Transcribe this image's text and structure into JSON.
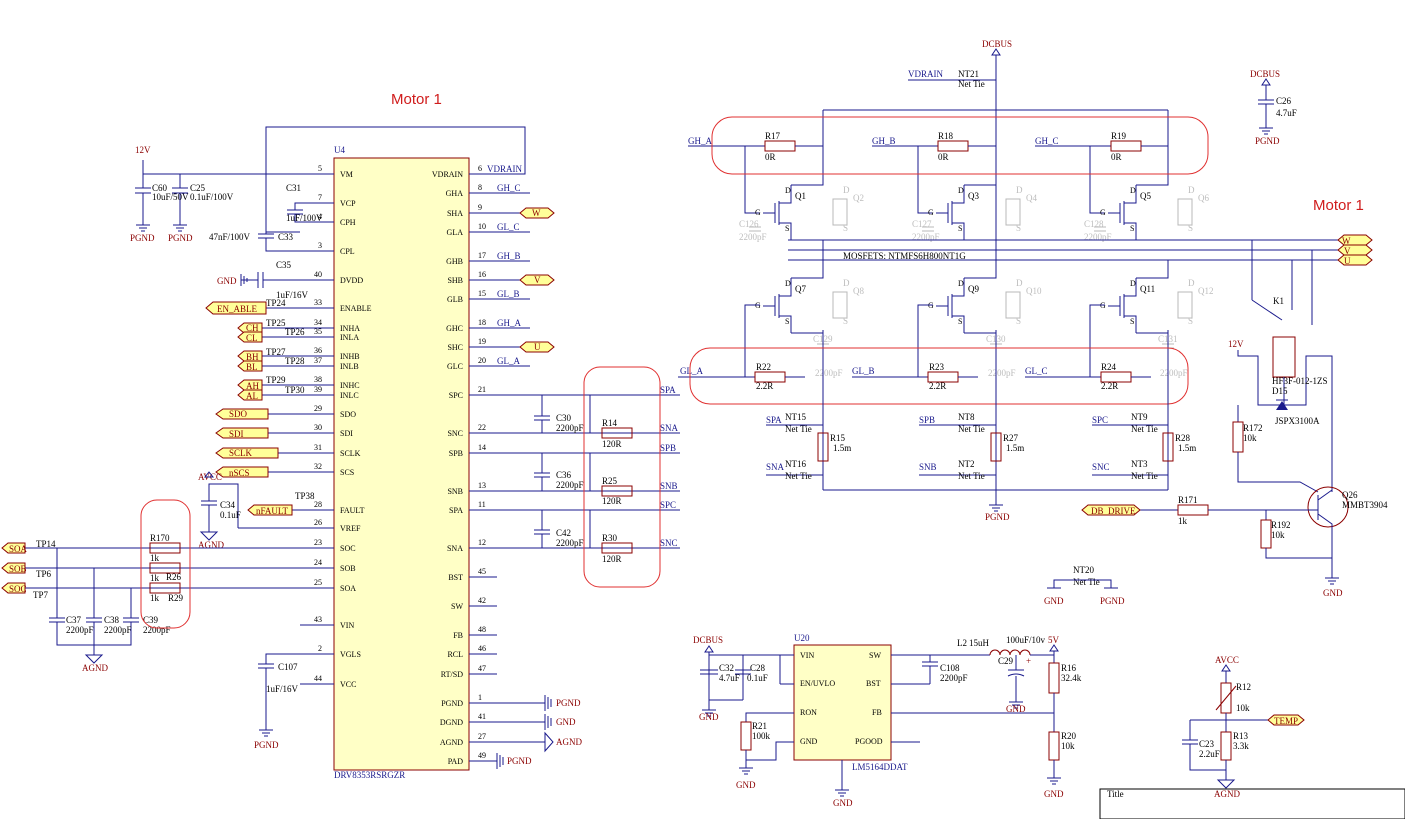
{
  "titles": {
    "motor_left": "Motor 1",
    "motor_right": "Motor 1",
    "title_block": "Title"
  },
  "driver": {
    "ref": "U4",
    "part": "DRV8353RSRGZR",
    "left_pins": [
      {
        "num": "5",
        "name": "VM"
      },
      {
        "num": "7",
        "name": "VCP"
      },
      {
        "num": "4",
        "name": "CPH"
      },
      {
        "num": "3",
        "name": "CPL"
      },
      {
        "num": "40",
        "name": "DVDD"
      },
      {
        "num": "33",
        "name": "ENABLE"
      },
      {
        "num": "34",
        "name": "INHA"
      },
      {
        "num": "35",
        "name": "INLA"
      },
      {
        "num": "36",
        "name": "INHB"
      },
      {
        "num": "37",
        "name": "INLB"
      },
      {
        "num": "38",
        "name": "INHC"
      },
      {
        "num": "39",
        "name": "INLC"
      },
      {
        "num": "29",
        "name": "SDO"
      },
      {
        "num": "30",
        "name": "SDI"
      },
      {
        "num": "31",
        "name": "SCLK"
      },
      {
        "num": "32",
        "name": "SCS"
      },
      {
        "num": "28",
        "name": "FAULT"
      },
      {
        "num": "26",
        "name": "VREF"
      },
      {
        "num": "23",
        "name": "SOC"
      },
      {
        "num": "24",
        "name": "SOB"
      },
      {
        "num": "25",
        "name": "SOA"
      },
      {
        "num": "43",
        "name": "VIN"
      },
      {
        "num": "2",
        "name": "VGLS"
      },
      {
        "num": "44",
        "name": "VCC"
      }
    ],
    "right_pins": [
      {
        "num": "6",
        "name": "VDRAIN"
      },
      {
        "num": "8",
        "name": "GHA"
      },
      {
        "num": "9",
        "name": "SHA"
      },
      {
        "num": "10",
        "name": "GLA"
      },
      {
        "num": "17",
        "name": "GHB"
      },
      {
        "num": "16",
        "name": "SHB"
      },
      {
        "num": "15",
        "name": "GLB"
      },
      {
        "num": "18",
        "name": "GHC"
      },
      {
        "num": "19",
        "name": "SHC"
      },
      {
        "num": "20",
        "name": "GLC"
      },
      {
        "num": "21",
        "name": "SPC"
      },
      {
        "num": "22",
        "name": "SNC"
      },
      {
        "num": "14",
        "name": "SPB"
      },
      {
        "num": "13",
        "name": "SNB"
      },
      {
        "num": "11",
        "name": "SPA"
      },
      {
        "num": "12",
        "name": "SNA"
      },
      {
        "num": "45",
        "name": "BST"
      },
      {
        "num": "42",
        "name": "SW"
      },
      {
        "num": "48",
        "name": "FB"
      },
      {
        "num": "46",
        "name": "RCL"
      },
      {
        "num": "47",
        "name": "RT/SD"
      },
      {
        "num": "1",
        "name": "PGND"
      },
      {
        "num": "41",
        "name": "DGND"
      },
      {
        "num": "27",
        "name": "AGND"
      },
      {
        "num": "49",
        "name": "PAD"
      }
    ],
    "right_nets": [
      "VDRAIN",
      "GH_C",
      "W",
      "GL_C",
      "GH_B",
      "V",
      "GL_B",
      "GH_A",
      "U",
      "GL_A",
      "SPA",
      "SNA",
      "SPB",
      "SNB",
      "SPC",
      "SNC"
    ]
  },
  "ports": {
    "en_able": "EN_ABLE",
    "ch": "CH",
    "cl": "CL",
    "bh": "BH",
    "bl": "BL",
    "ah": "AH",
    "al": "AL",
    "sdo": "SDO",
    "sdi": "SDI",
    "sclk": "SCLK",
    "nscs": "nSCS",
    "nfault": "nFAULT",
    "soa": "SOA",
    "sob": "SOB",
    "soc": "SOC",
    "w": "W",
    "v": "V",
    "u": "U",
    "db_drive": "DB_DRIVE",
    "temp": "TEMP"
  },
  "power": {
    "v12": "12V",
    "pgnd": "PGND",
    "gnd": "GND",
    "agnd": "AGND",
    "avcc": "AVCC",
    "dcbus": "DCBUS",
    "v5": "5V"
  },
  "testpoints": {
    "tp14": "TP14",
    "tp6": "TP6",
    "tp7": "TP7",
    "tp24": "TP24",
    "tp25": "TP25",
    "tp26": "TP26",
    "tp27": "TP27",
    "tp28": "TP28",
    "tp29": "TP29",
    "tp30": "TP30",
    "tp38": "TP38"
  },
  "parts": {
    "c60": "C60",
    "c60v": "10uF/50V",
    "c25": "C25",
    "c25v": "0.1uF/100V",
    "c31": "C31",
    "c31v": "1uF/100V",
    "c33": "C33",
    "c33v": "47nF/100V",
    "c35": "C35",
    "c35v": "1uF/16V",
    "c34": "C34",
    "c34v": "0.1uF",
    "r170": "R170",
    "r26": "R26",
    "r29": "R29",
    "rk": "1k",
    "c37": "C37",
    "c38": "C38",
    "c39": "C39",
    "cp2200": "2200pF",
    "c107": "C107",
    "c107v": "1uF/16V",
    "c30": "C30",
    "c36": "C36",
    "c42": "C42",
    "r14": "R14",
    "r25": "R25",
    "r30": "R30",
    "r120": "120R",
    "r17": "R17",
    "r18": "R18",
    "r19": "R19",
    "r0": "0R",
    "q1": "Q1",
    "q2": "Q2",
    "q3": "Q3",
    "q4": "Q4",
    "q5": "Q5",
    "q6": "Q6",
    "q7": "Q7",
    "q8": "Q8",
    "q9": "Q9",
    "q10": "Q10",
    "q11": "Q11",
    "q12": "Q12",
    "c126": "C126",
    "c127": "C127",
    "c128": "C128",
    "c129": "C129",
    "c130": "C130",
    "c131": "C131",
    "mosfets": "MOSFETS: NTMFS6H800NT1G",
    "r22": "R22",
    "r23": "R23",
    "r24": "R24",
    "r22v": "2.2R",
    "r15": "R15",
    "r27": "R27",
    "r28": "R28",
    "r15v": "1.5m",
    "nt21": "NT21",
    "nt15": "NT15",
    "nt16": "NT16",
    "nt8": "NT8",
    "nt2": "NT2",
    "nt9": "NT9",
    "nt3": "NT3",
    "nt20": "NT20",
    "nettie": "Net Tie",
    "c26": "C26",
    "c26v": "4.7uF",
    "k1": "K1",
    "relay": "HF3F-012-1ZS",
    "d15": "D15",
    "d15v": "JSPX3100A",
    "r172": "R172",
    "r172v": "10k",
    "q26": "Q26",
    "q26v": "MMBT3904",
    "r171": "R171",
    "r171v": "1k",
    "r192": "R192",
    "r192v": "10k",
    "u20": "U20",
    "u20v": "LM5164DDAT",
    "c32": "C32",
    "c32v": "4.7uF",
    "c28": "C28",
    "c28v": "0.1uF",
    "r21": "R21",
    "r21v": "100k",
    "l2": "L2",
    "l2v": "15uH",
    "c108": "C108",
    "c108v": "2200pF",
    "c29": "C29",
    "c29v": "100uF/10v",
    "r16": "R16",
    "r16v": "32.4k",
    "r20": "R20",
    "r20v": "10k",
    "r12": "R12",
    "r12v": "10k",
    "r13": "R13",
    "r13v": "3.3k",
    "c23": "C23",
    "c23v": "2.2uF"
  },
  "u20_pins": {
    "vin": "VIN",
    "en": "EN/UVLO",
    "ron": "RON",
    "gnd": "GND",
    "sw": "SW",
    "bst": "BST",
    "fb": "FB",
    "pgood": "PGOOD"
  },
  "bridge_nets": {
    "gh_a": "GH_A",
    "gh_b": "GH_B",
    "gh_c": "GH_C",
    "gl_a": "GL_A",
    "gl_b": "GL_B",
    "gl_c": "GL_C",
    "vdrain": "VDRAIN",
    "spa": "SPA",
    "spb": "SPB",
    "spc": "SPC",
    "sna": "SNA",
    "snb": "SNB",
    "snc": "SNC"
  },
  "pin_letters": {
    "g": "G",
    "d": "D",
    "s": "S"
  },
  "colors": {
    "wire": "#1a1a8c",
    "part": "#8b0000",
    "highlight": "#e03030",
    "chip_fill": "#ffffc6",
    "port_fill": "#ffff99"
  }
}
